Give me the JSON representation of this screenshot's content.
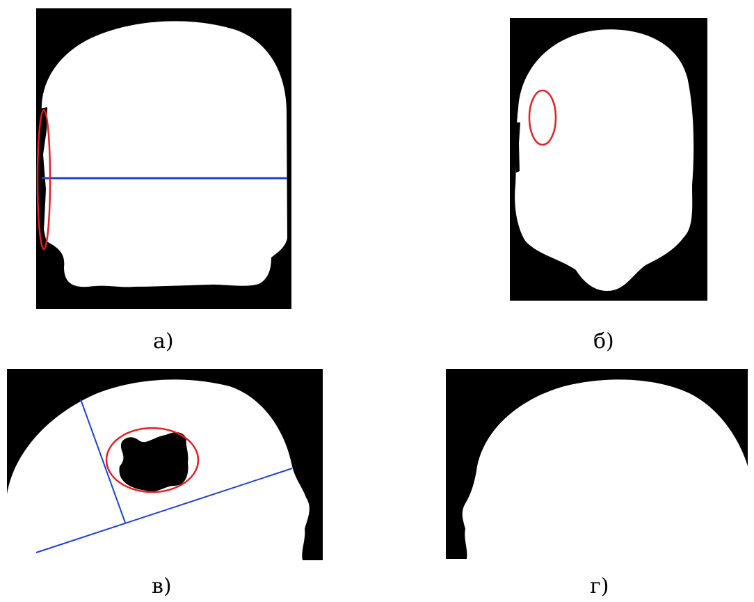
{
  "colors": {
    "background": "#000000",
    "mask": "#ffffff",
    "highlight": "#e31e24",
    "line": "#1f3fd6"
  },
  "figures": [
    {
      "id": "a",
      "caption": "а)"
    },
    {
      "id": "b",
      "caption": "б)"
    },
    {
      "id": "v",
      "caption": "в)"
    },
    {
      "id": "g",
      "caption": "г)"
    }
  ]
}
